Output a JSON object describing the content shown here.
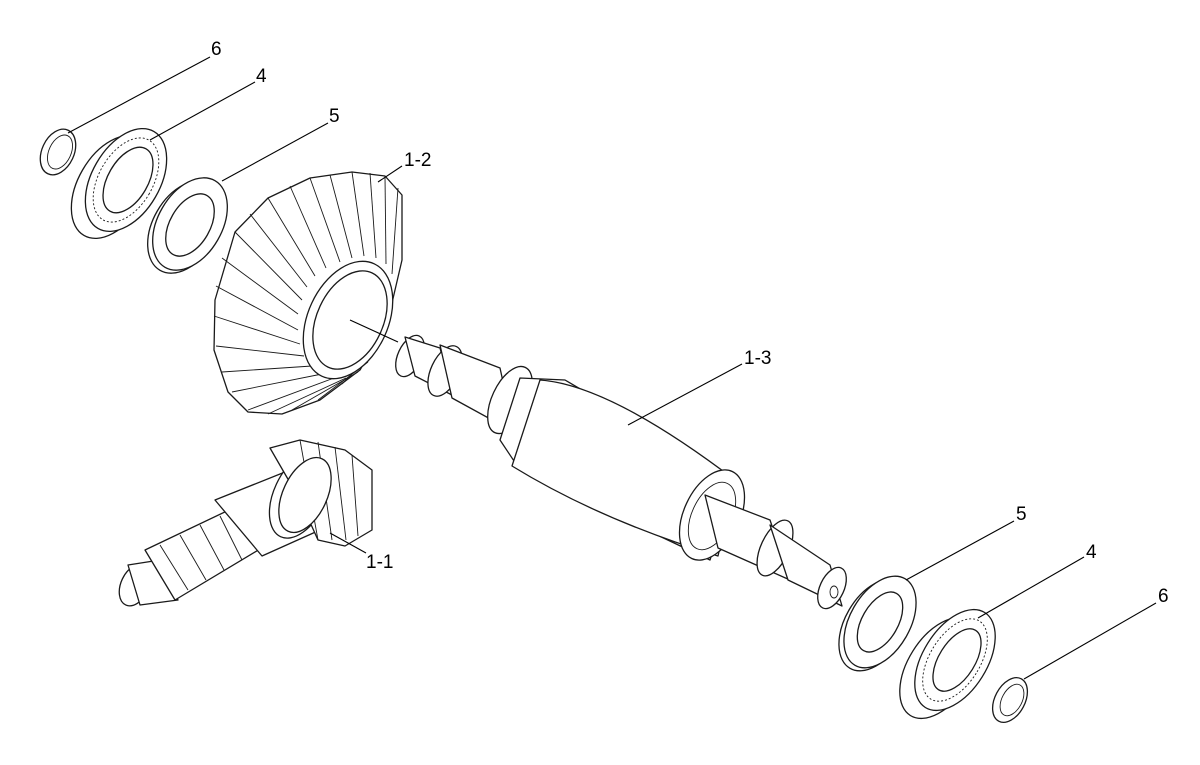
{
  "labels": {
    "ring_left": "6",
    "bearing_left": "4",
    "washer_left": "5",
    "bevel_gear": "1-2",
    "shaft": "1-3",
    "pinion": "1-1",
    "washer_right": "5",
    "bearing_right": "4",
    "ring_right": "6"
  }
}
